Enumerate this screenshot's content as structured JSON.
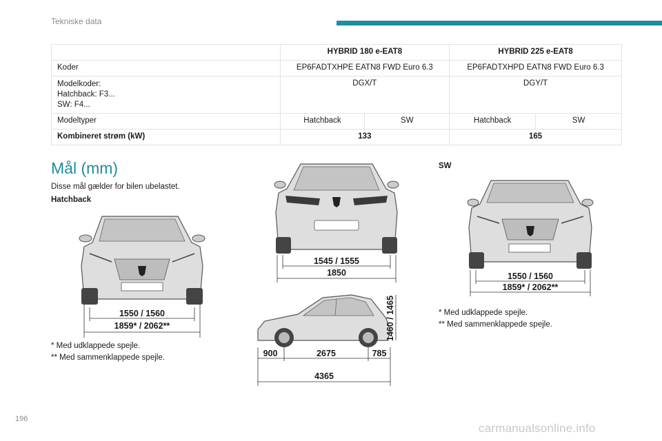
{
  "header": {
    "title": "Tekniske data"
  },
  "page_number": "196",
  "watermark": "carmanualsonline.info",
  "table": {
    "head": [
      "",
      "HYBRID 180 e-EAT8",
      "HYBRID 225 e-EAT8"
    ],
    "koder": {
      "label": "Koder",
      "v1": "EP6FADTXHPE EATN8 FWD Euro 6.3",
      "v2": "EP6FADTXHPD EATN8 FWD Euro 6.3"
    },
    "modelkoder": {
      "line1": "Modelkoder:",
      "line2": "Hatchback: F3...",
      "line3": "SW: F4...",
      "v1": "DGX/T",
      "v2": "DGY/T"
    },
    "modeltyper": {
      "label": "Modeltyper",
      "c1": "Hatchback",
      "c2": "SW",
      "c3": "Hatchback",
      "c4": "SW"
    },
    "power": {
      "label": "Kombineret strøm (kW)",
      "v1": "133",
      "v2": "165"
    }
  },
  "section": {
    "title": "Mål (mm)",
    "intro": "Disse mål gælder for bilen ubelastet.",
    "hatchback_label": "Hatchback",
    "sw_label": "SW",
    "note1": "* Med udklappede spejle.",
    "note2": "** Med sammenklappede spejle."
  },
  "dims": {
    "hb_front_track": "1550 / 1560",
    "hb_front_width": "1859* / 2062**",
    "rear_track": "1545 / 1555",
    "rear_width": "1850",
    "side_height": "1460 / 1465",
    "side_front": "900",
    "side_wheelbase": "2675",
    "side_rear": "785",
    "side_length": "4365",
    "sw_track": "1550 / 1560",
    "sw_width": "1859* / 2062**"
  }
}
